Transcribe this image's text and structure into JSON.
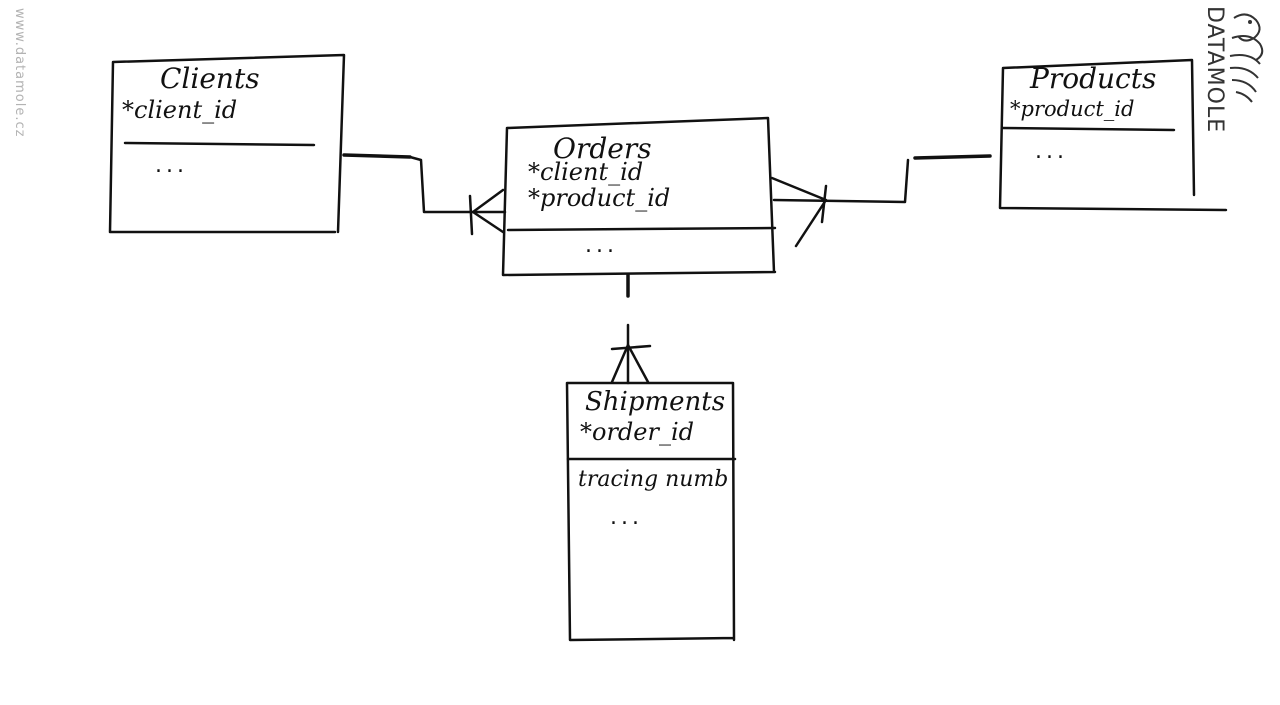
{
  "watermark": "www.datamole.cz",
  "logo": {
    "text": "DATAMOLE"
  },
  "entities": {
    "clients": {
      "title": "Clients",
      "key": "*client_id",
      "attrs": "..."
    },
    "orders": {
      "title": "Orders",
      "key1": "*client_id",
      "key2": "*product_id",
      "attrs": "..."
    },
    "products": {
      "title": "Products",
      "key": "*product_id",
      "attrs": "..."
    },
    "shipments": {
      "title": "Shipments",
      "key": "*order_id",
      "attr1": "tracing numb",
      "attrs": "..."
    }
  }
}
